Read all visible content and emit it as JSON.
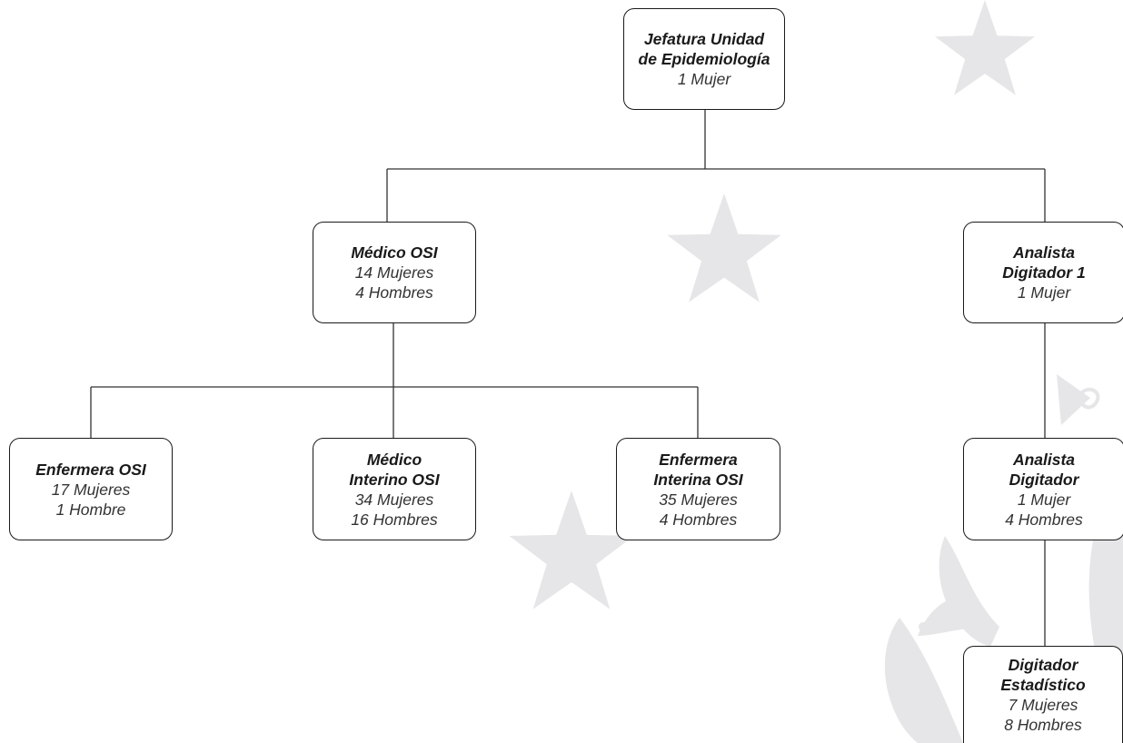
{
  "colors": {
    "border": "#1a1a1a",
    "connector": "#333333",
    "decoration": "#e6e6e8",
    "text": "#222222"
  },
  "nodes": {
    "jefatura": {
      "title_1": "Jefatura Unidad",
      "title_2": "de Epidemiología",
      "line_1": "1 Mujer"
    },
    "medico_osi": {
      "title_1": "Médico OSI",
      "line_1": "14 Mujeres",
      "line_2": "4 Hombres"
    },
    "analista_1": {
      "title_1": "Analista",
      "title_2": "Digitador 1",
      "line_1": "1 Mujer"
    },
    "enfermera_osi": {
      "title_1": "Enfermera OSI",
      "line_1": "17 Mujeres",
      "line_2": "1 Hombre"
    },
    "medico_interino": {
      "title_1": "Médico",
      "title_2": "Interino OSI",
      "line_1": "34 Mujeres",
      "line_2": "16 Hombres"
    },
    "enfermera_interina": {
      "title_1": "Enfermera",
      "title_2": "Interina OSI",
      "line_1": "35 Mujeres",
      "line_2": "4 Hombres"
    },
    "analista_2": {
      "title_1": "Analista",
      "title_2": "Digitador",
      "line_1": "1 Mujer",
      "line_2": "4 Hombres"
    },
    "digitador": {
      "title_1": "Digitador",
      "title_2": "Estadístico",
      "line_1": "7 Mujeres",
      "line_2": "8 Hombres"
    }
  }
}
